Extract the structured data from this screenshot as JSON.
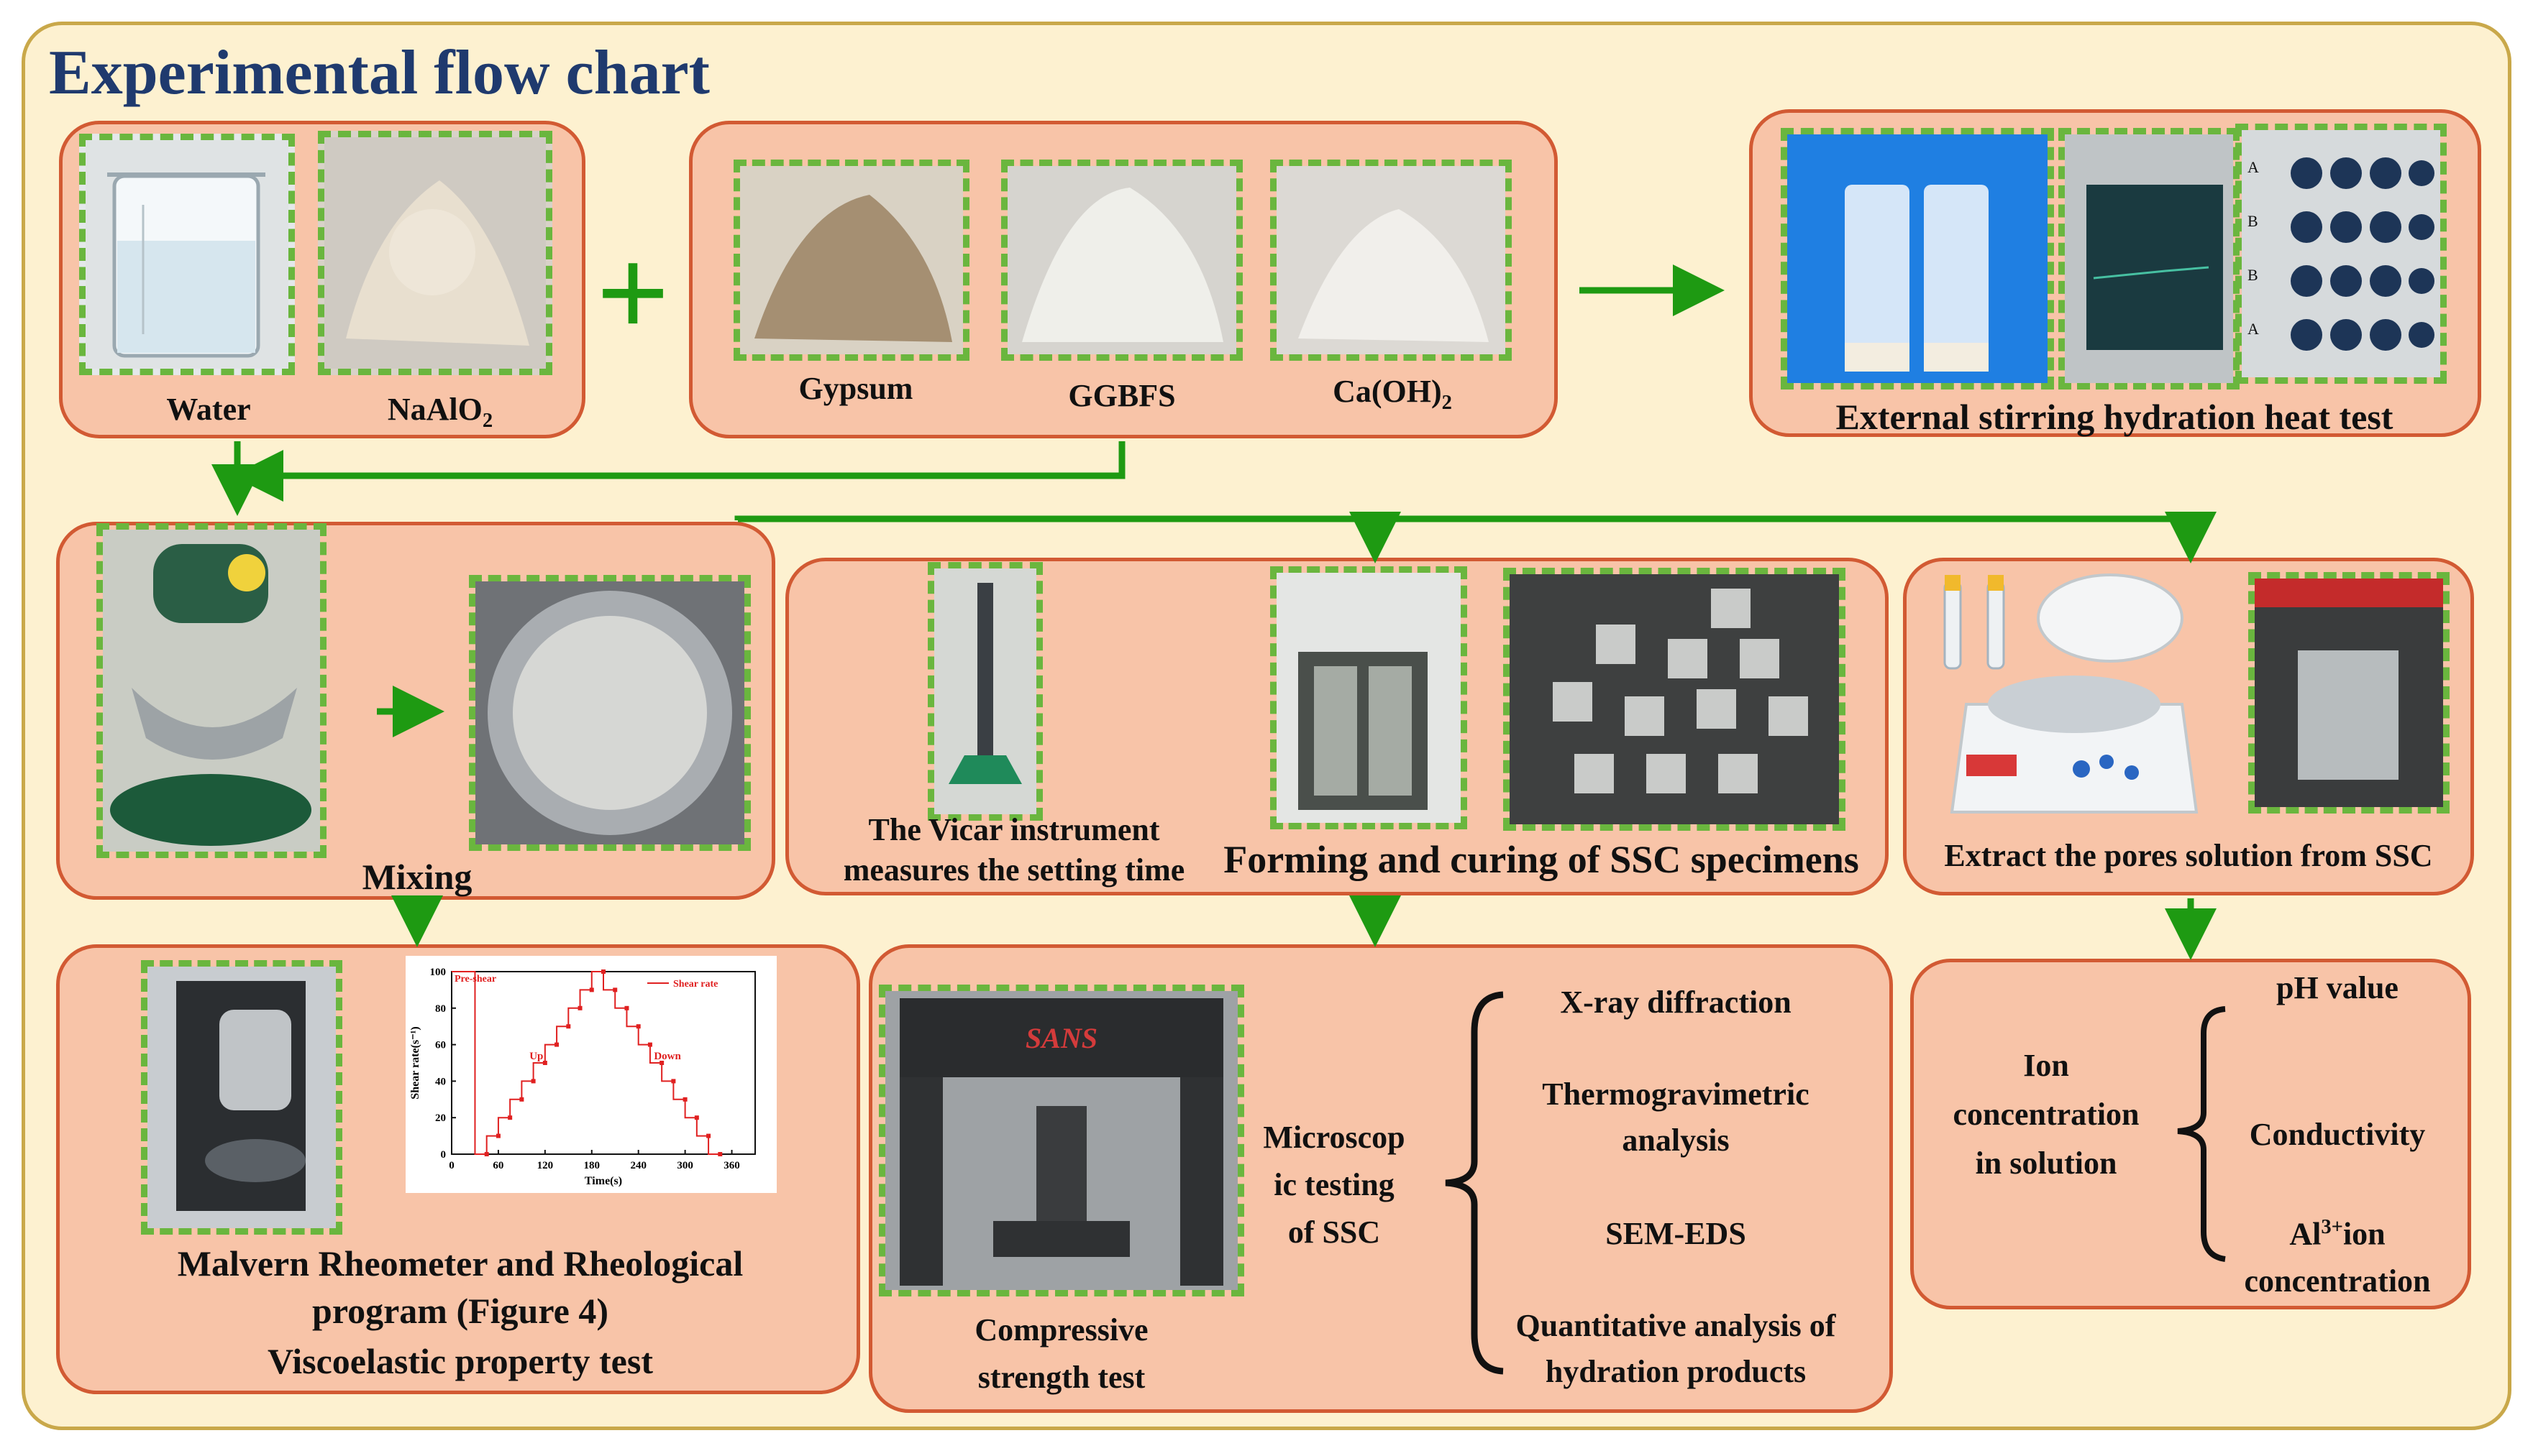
{
  "title": "Experimental flow chart",
  "colors": {
    "background": "#fdf1d0",
    "frame_border": "#c9a84a",
    "panel_fill": "#f8c4a8",
    "panel_border": "#d25a33",
    "photo_dash": "#6ab63e",
    "arrow": "#1e9a12",
    "title": "#1f3a6e"
  },
  "raw_materials": {
    "liquids": [
      "Water",
      "NaAlO2"
    ],
    "plus_sign": "+",
    "powders": [
      "Gypsum",
      "GGBFS",
      "Ca(OH)2"
    ]
  },
  "hydration_heat": {
    "label": "External stirring hydration heat test",
    "plate_rows": [
      "A",
      "B",
      "B",
      "A"
    ]
  },
  "mixing": {
    "label": "Mixing"
  },
  "forming": {
    "vicar_label_line1": "The Vicar instrument",
    "vicar_label_line2": "measures the setting time",
    "label": "Forming and curing of SSC specimens"
  },
  "pore_solution": {
    "label": "Extract the pores solution from SSC"
  },
  "rheology": {
    "label_line1": "Malvern Rheometer and Rheological",
    "label_line2": "program (Figure 4)",
    "label_line3": "Viscoelastic property test"
  },
  "strength": {
    "label_line1": "Compressive",
    "label_line2": "strength test",
    "machine_text": "SANS",
    "micro_line1": "Microscop",
    "micro_line2": "ic testing",
    "micro_line3": "of SSC",
    "methods": [
      "X-ray diffraction",
      "Thermogravimetric",
      "analysis",
      "SEM-EDS",
      "Quantitative analysis of",
      "hydration products"
    ]
  },
  "ion": {
    "line1": "Ion",
    "line2": "concentration",
    "line3": "in solution",
    "items": [
      "pH value",
      "Conductivity"
    ],
    "al_text": "Al",
    "al_sup": "3+",
    "al_suffix": "ion",
    "al_line2": "concentration"
  },
  "chart_data": {
    "type": "line",
    "xlabel": "Time(s)",
    "ylabel": "Shear rate(s⁻¹)",
    "xlim": [
      0,
      390
    ],
    "ylim": [
      0,
      100
    ],
    "xticks": [
      0,
      60,
      120,
      180,
      240,
      300,
      360
    ],
    "yticks": [
      0,
      20,
      40,
      60,
      80,
      100
    ],
    "legend": "Shear rate",
    "legend_position": "top-right",
    "annotations": [
      "Pre-shear",
      "Up",
      "Down"
    ],
    "series": [
      {
        "name": "Shear rate",
        "x": [
          0,
          30,
          30,
          45,
          45,
          60,
          60,
          75,
          75,
          90,
          90,
          105,
          105,
          120,
          120,
          135,
          135,
          150,
          150,
          165,
          165,
          180,
          180,
          195,
          195,
          210,
          210,
          225,
          225,
          240,
          240,
          255,
          255,
          270,
          270,
          285,
          285,
          300,
          300,
          315,
          315,
          330,
          330,
          345,
          345
        ],
        "y": [
          100,
          100,
          0,
          0,
          10,
          10,
          20,
          20,
          30,
          30,
          40,
          40,
          50,
          50,
          60,
          60,
          70,
          70,
          80,
          80,
          90,
          90,
          100,
          100,
          90,
          90,
          80,
          80,
          70,
          70,
          60,
          60,
          50,
          50,
          40,
          40,
          30,
          30,
          20,
          20,
          10,
          10,
          0,
          0,
          0
        ]
      }
    ]
  }
}
